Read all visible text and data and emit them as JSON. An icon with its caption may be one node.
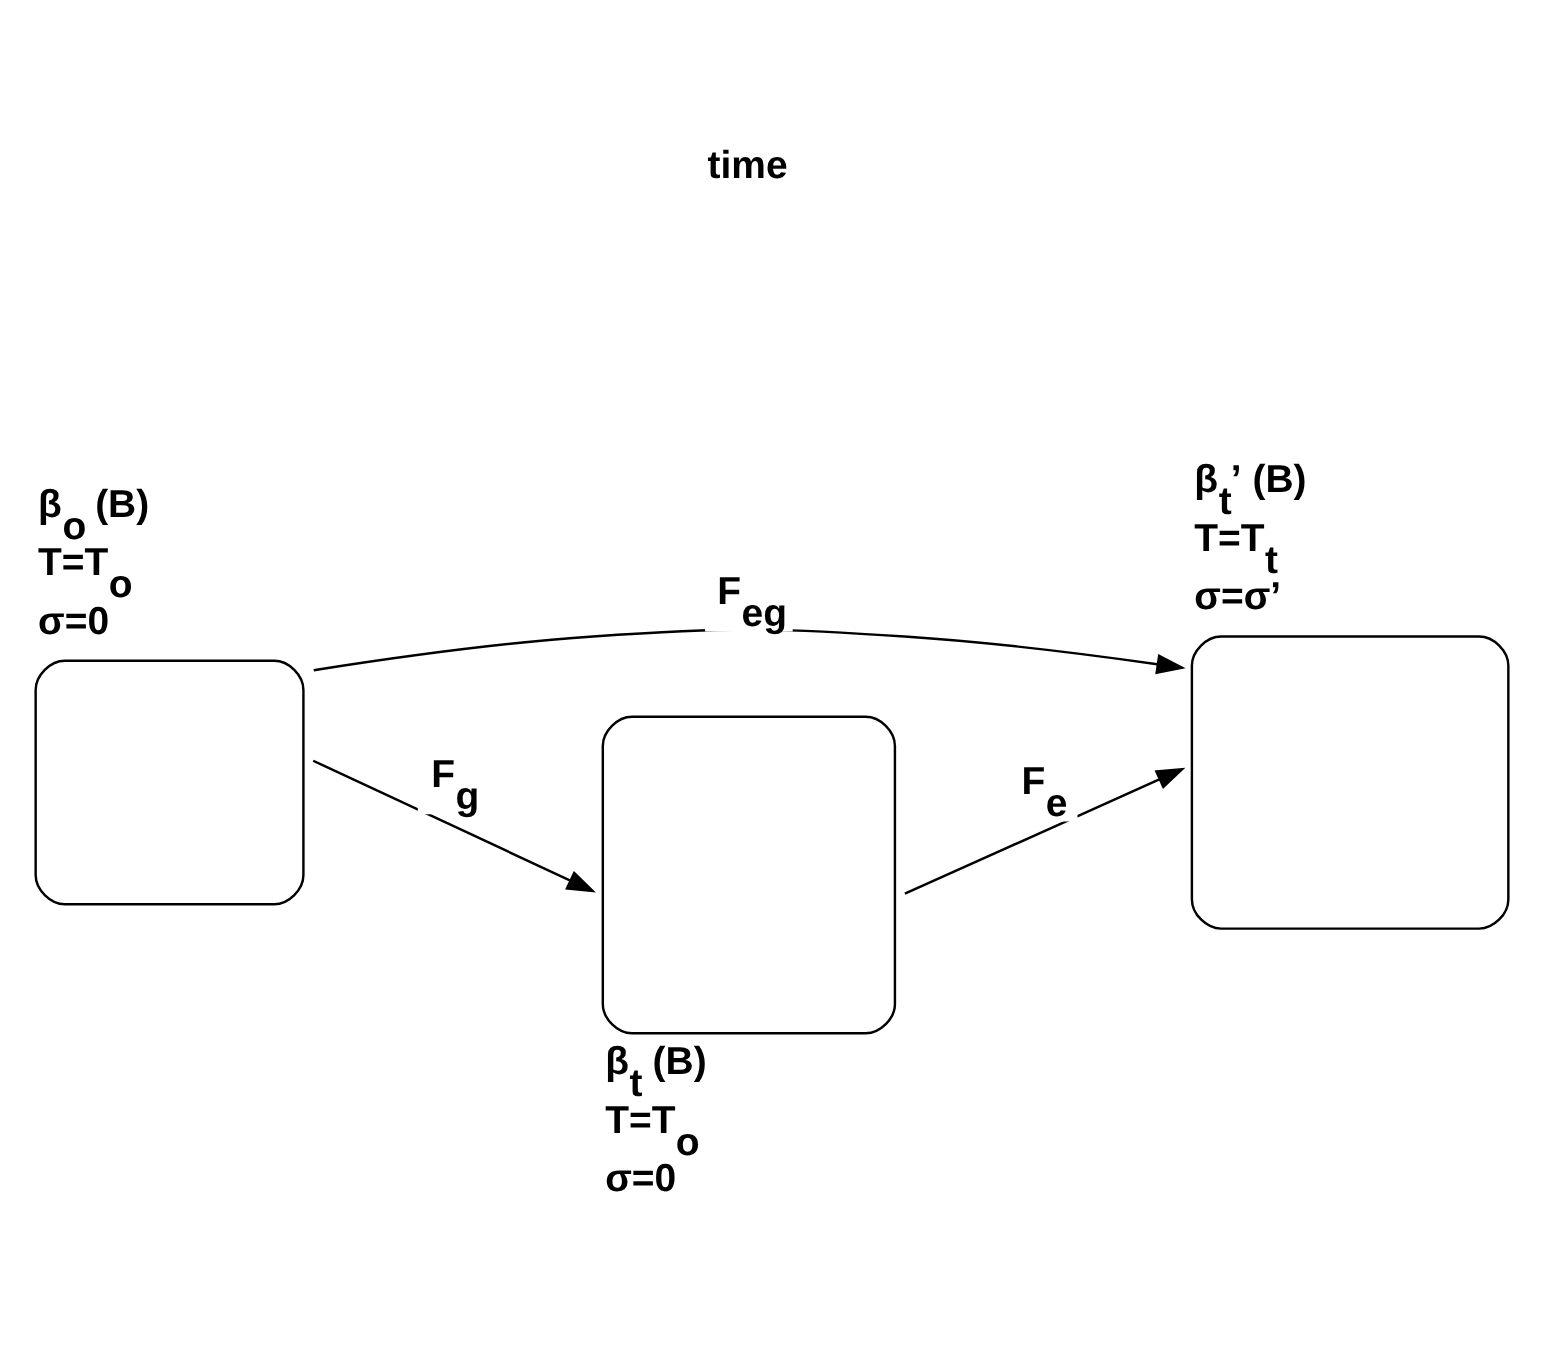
{
  "diagram": {
    "nodes": [
      {
        "text": [
          "β$_{o}$ (B)",
          "T=T$_{o}$",
          "σ=0"
        ]
      },
      {
        "text": [
          "β$_{t}$’ (B)",
          "T=T$_{t}$",
          "σ=σ’"
        ]
      },
      {
        "text": [
          "β$_{t}$ (B)",
          "T=T$_{o}$",
          "σ=0"
        ]
      }
    ],
    "edges": [
      {
        "from": 0,
        "to": 1,
        "arrow": "to",
        "label": "F$_{eg}$"
      },
      {
        "from": 0,
        "to": 2,
        "arrow": "to",
        "label": "F$_{g}$"
      },
      {
        "from": 2,
        "to": 1,
        "arrow": "to",
        "label": "F$_{e}$"
      }
    ],
    "labels": [
      "time"
    ]
  }
}
